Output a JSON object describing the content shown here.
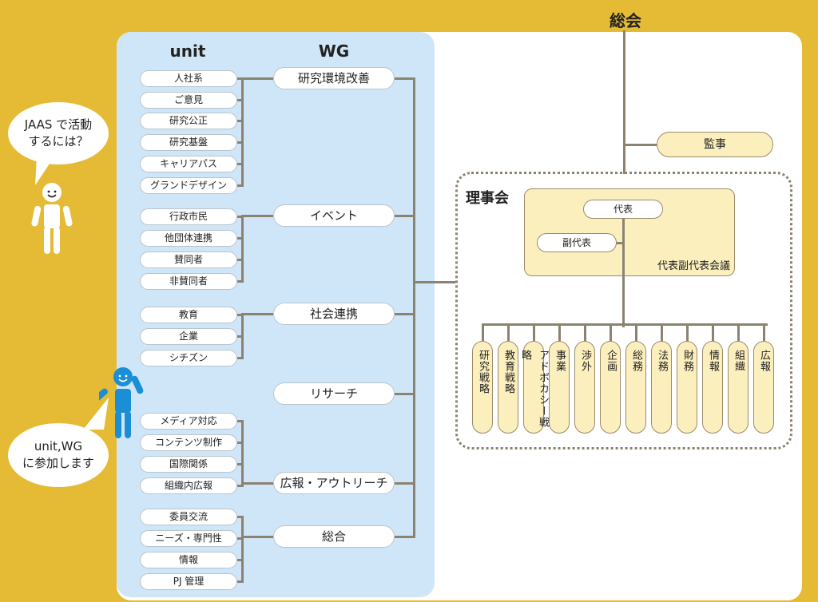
{
  "general_assembly": "総会",
  "auditor": "監事",
  "board": {
    "title": "理事会",
    "representative": "代表",
    "vice_representative": "副代表",
    "council": "代表副代表会議",
    "departments": [
      "研究戦略",
      "教育戦略",
      "アドボカシー戦略",
      "事業",
      "渉外",
      "企画",
      "総務",
      "法務",
      "財務",
      "情報",
      "組織",
      "広報"
    ]
  },
  "headers": {
    "unit": "unit",
    "wg": "WG"
  },
  "groups": [
    {
      "wg": "研究環境改善",
      "units": [
        "人社系",
        "ご意見",
        "研究公正",
        "研究基盤",
        "キャリアパス",
        "グランドデザイン"
      ]
    },
    {
      "wg": "イベント",
      "units": [
        "行政市民",
        "他団体連携",
        "賛同者",
        "非賛同者"
      ]
    },
    {
      "wg": "社会連携",
      "units": [
        "教育",
        "企業",
        "シチズン"
      ]
    },
    {
      "wg": "リサーチ",
      "units": []
    },
    {
      "wg": "広報・アウトリーチ",
      "units": [
        "メディア対応",
        "コンテンツ制作",
        "国際関係",
        "組織内広報"
      ]
    },
    {
      "wg": "総合",
      "units": [
        "委員交流",
        "ニーズ・専門性",
        "情報",
        "PJ 管理"
      ]
    }
  ],
  "bubbles": {
    "question_line1": "JAAS で活動",
    "question_line2": "するには？",
    "answer_line1": "unit,WG",
    "answer_line2": "に参加します"
  },
  "colors": {
    "frame": "#e5bb36",
    "panel_blue": "#cfe6f8",
    "cream": "#fcefbe",
    "connector": "#8c8272",
    "figure_blue": "#1a8fd6"
  }
}
